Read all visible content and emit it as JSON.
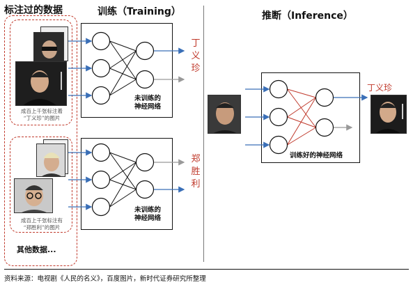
{
  "labeled_data": {
    "title": "标注过的数据",
    "group1_caption_line1": "成百上千张标注着",
    "group1_caption_line2": "“丁义珍”的图片",
    "group2_caption_line1": "成百上千张标注有",
    "group2_caption_line2": "“郑胜利”的图片",
    "other_data": "其他数据..."
  },
  "training": {
    "title": "训练（Training）",
    "network_label_line1": "未训练的",
    "network_label_line2": "神经网络",
    "output1_chars": [
      "丁",
      "义",
      "珍"
    ],
    "output2_chars": [
      "郑",
      "胜",
      "利"
    ]
  },
  "inference": {
    "title": "推断（Inference）",
    "network_label": "训练好的神经网络",
    "output_label": "丁义珍"
  },
  "source": "资料来源：电视剧《人民的名义》，百度图片，新时代证券研究所整理",
  "colors": {
    "dash_red": "#c0392b",
    "arrow_blue": "#3a6fb7",
    "arrow_gray": "#999999",
    "connection_red": "#c0392b"
  }
}
